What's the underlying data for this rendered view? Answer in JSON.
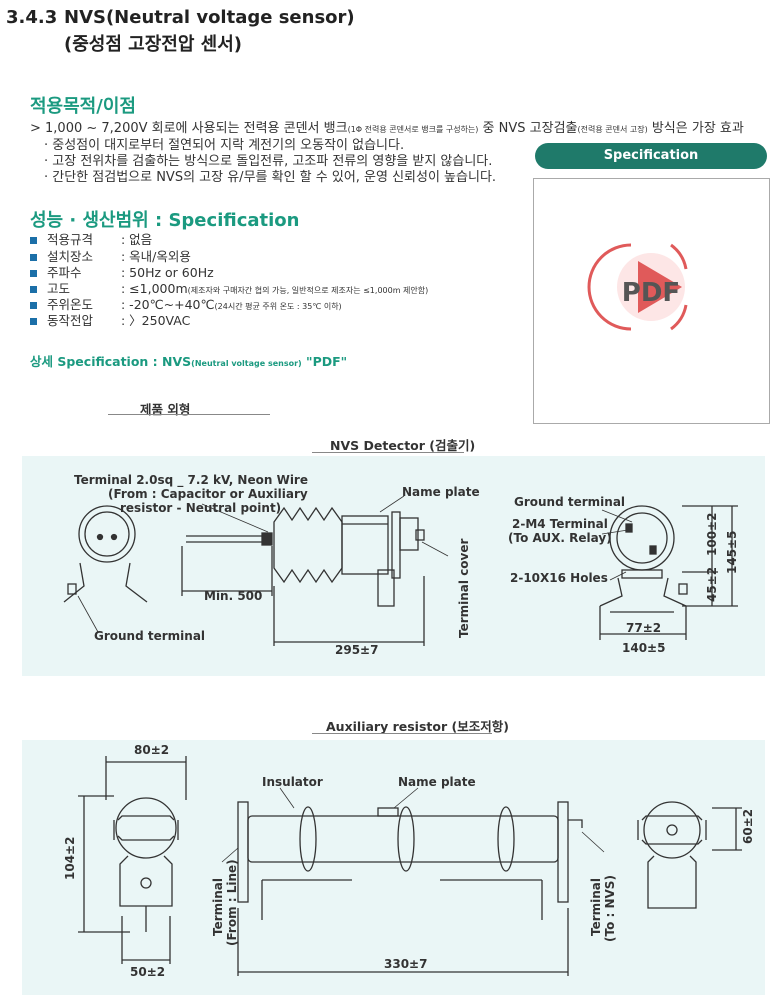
{
  "header": {
    "section_number": "3.4.3",
    "title": "NVS(Neutral voltage sensor)",
    "subtitle": "(중성점 고장전압 센서)"
  },
  "purpose": {
    "heading": "적용목적/이점",
    "line1_a": "> 1,000 ~ 7,200V 회로에 사용되는 전력용 콘덴서 뱅크",
    "line1_small1": "(1Φ 전력용 콘덴서로 뱅크를 구성하는)",
    "line1_b": " 중 NVS 고장검출",
    "line1_small2": "(전력용 콘덴서 고장)",
    "line1_c": " 방식은 가장 효과",
    "bullets": [
      "· 중성점이 대지로부터 절연되어 지락 계전기의 오동작이 없습니다.",
      "· 고장 전위차를 검출하는 방식으로 돌입전류, 고조파 전류의 영향을 받지 않습니다.",
      "· 간단한 점검법으로 NVS의 고장 유/무를 확인 할 수 있어, 운영 신뢰성이 높습니다."
    ]
  },
  "spec": {
    "heading": "성능 · 생산범위 : Specification",
    "rows": [
      {
        "key": "적용규격",
        "value": ": 없음",
        "note": ""
      },
      {
        "key": "설치장소",
        "value": ": 옥내/옥외용",
        "note": ""
      },
      {
        "key": "주파수",
        "value": ": 50Hz or 60Hz",
        "note": ""
      },
      {
        "key": "고도",
        "value": ": ≤1,000m",
        "note": "(제조자와 구매자간 협의 가능, 일반적으로 제조자는 ≤1,000m 제안함)"
      },
      {
        "key": "주위온도",
        "value": ": -20℃~+40℃",
        "note": "(24시간 평균 주위 온도 : 35℃ 이하)"
      },
      {
        "key": "동작전압",
        "value": ": 〉250VAC",
        "note": ""
      }
    ],
    "detail_prefix": "상세 Specification : NVS",
    "detail_small": "(Neutral voltage sensor)",
    "detail_suffix": "  \"PDF\""
  },
  "side": {
    "button_label": "Specification",
    "pdf_label": "PDF"
  },
  "exterior_label": "제품 외형",
  "detector": {
    "caption": "NVS Detector (검출기)",
    "terminal_note": [
      "Terminal 2.0sq _ 7.2 kV, Neon Wire",
      "(From : Capacitor or Auxiliary",
      "resistor - Neutral point)"
    ],
    "name_plate": "Name plate",
    "ground_terminal_top": "Ground terminal",
    "m4_terminal": [
      "2-M4 Terminal",
      "(To AUX. Relay)"
    ],
    "holes": "2-10X16 Holes",
    "terminal_cover": "Terminal cover",
    "min_length": "Min. 500",
    "ground_terminal_bottom": "Ground terminal",
    "dim_length": "295±7",
    "dim_height_1": "100±2",
    "dim_height_2": "145±5",
    "dim_height_3": "45±2",
    "dim_width_1": "77±2",
    "dim_width_2": "140±5"
  },
  "resistor": {
    "caption": "Auxiliary resistor (보조저항)",
    "dim_top_width": "80±2",
    "dim_left_height": "104±2",
    "dim_bottom_width": "50±2",
    "insulator": "Insulator",
    "name_plate": "Name plate",
    "terminal_line": [
      "Terminal",
      "(From : Line)"
    ],
    "terminal_nvs": [
      "Terminal",
      "(To : NVS)"
    ],
    "dim_length": "330±7",
    "dim_right_height": "60±2"
  }
}
